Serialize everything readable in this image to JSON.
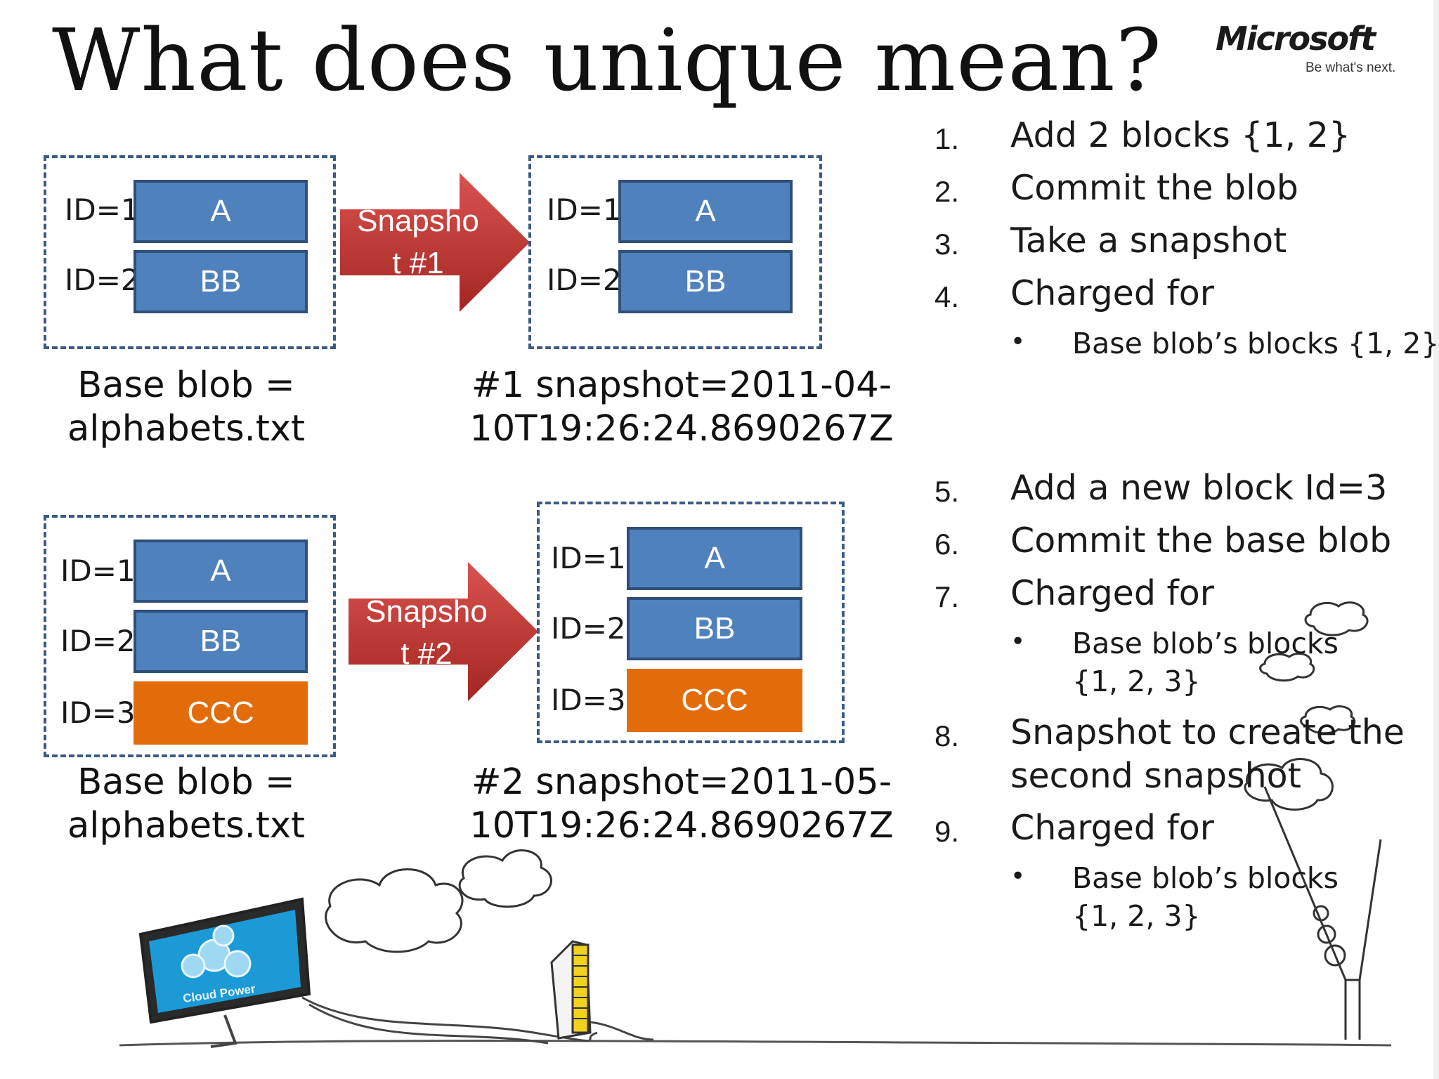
{
  "title": "What does unique mean?",
  "brand": {
    "name": "Microsoft",
    "tagline": "Be what's next.",
    "monitor_label": "Cloud Power"
  },
  "colors": {
    "block_blue": "#4f81bd",
    "block_orange": "#e36c0a",
    "arrow_red": "#c0332f",
    "dash_border": "#3c5a86"
  },
  "diagram": {
    "top": {
      "base_blocks": [
        {
          "id_label": "ID=1",
          "content": "A"
        },
        {
          "id_label": "ID=2",
          "content": "BB"
        }
      ],
      "arrow_label": "Snapsho\nt #1",
      "snapshot_blocks": [
        {
          "id_label": "ID=1",
          "content": "A"
        },
        {
          "id_label": "ID=2",
          "content": "BB"
        }
      ],
      "base_caption": "Base blob =\nalphabets.txt",
      "snapshot_caption": "#1 snapshot=2011-04-\n10T19:26:24.8690267Z"
    },
    "bottom": {
      "base_blocks": [
        {
          "id_label": "ID=1",
          "content": "A"
        },
        {
          "id_label": "ID=2",
          "content": "BB"
        },
        {
          "id_label": "ID=3",
          "content": "CCC"
        }
      ],
      "arrow_label": "Snapsho\nt #2",
      "snapshot_blocks": [
        {
          "id_label": "ID=1",
          "content": "A"
        },
        {
          "id_label": "ID=2",
          "content": "BB"
        },
        {
          "id_label": "ID=3",
          "content": "CCC"
        }
      ],
      "base_caption": "Base blob =\nalphabets.txt",
      "snapshot_caption": "#2 snapshot=2011-05-\n10T19:26:24.8690267Z"
    }
  },
  "steps": [
    {
      "num": "1.",
      "text": "Add 2 blocks {1, 2}"
    },
    {
      "num": "2.",
      "text": "Commit the blob"
    },
    {
      "num": "3.",
      "text": "Take a snapshot"
    },
    {
      "num": "4.",
      "text": "Charged for",
      "bullet": "Base blob’s blocks {1, 2}"
    },
    {
      "num": "5.",
      "text": "Add a new block Id=3"
    },
    {
      "num": "6.",
      "text": "Commit the base blob"
    },
    {
      "num": "7.",
      "text": "Charged for",
      "bullet": "Base blob’s blocks\n{1, 2, 3}"
    },
    {
      "num": "8.",
      "text": "Snapshot to create the\nsecond snapshot"
    },
    {
      "num": "9.",
      "text": "Charged for",
      "bullet": "Base blob’s blocks\n{1, 2, 3}"
    }
  ]
}
